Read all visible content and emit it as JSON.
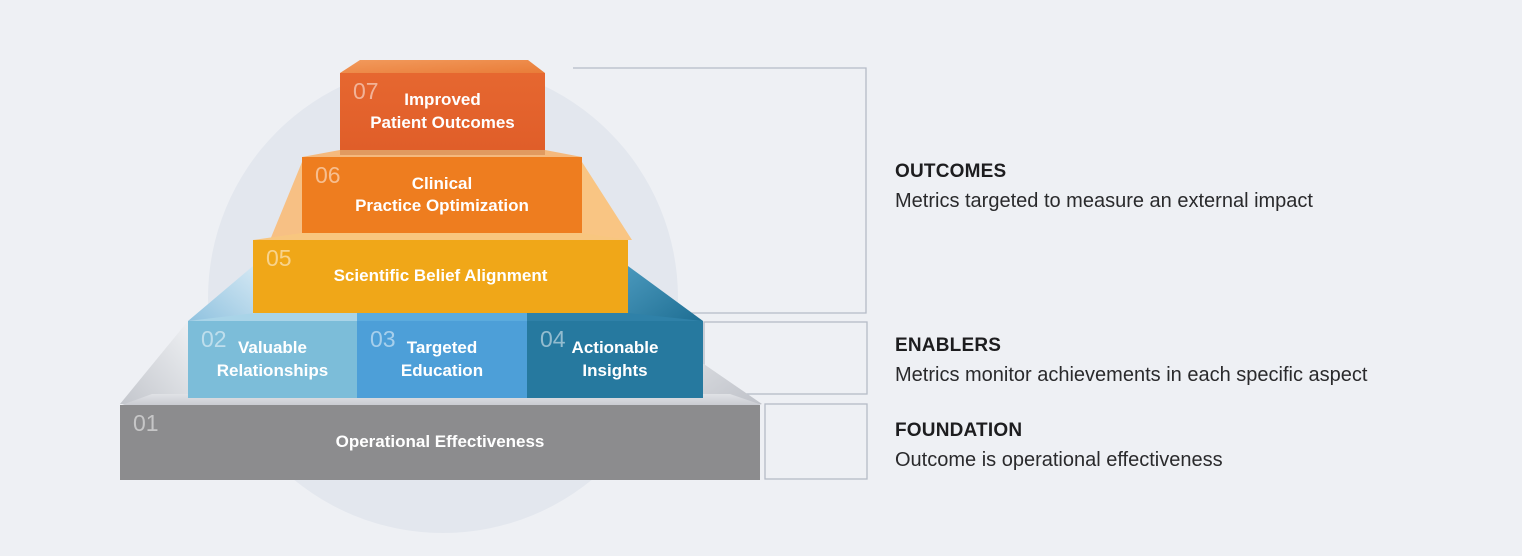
{
  "background": {
    "page_color": "#eef0f4",
    "circle_color": "#e3e7ee",
    "bracket_color": "#b5bbc7"
  },
  "pyramid": {
    "levels": [
      {
        "num": "07",
        "label": "Improved\nPatient Outcomes",
        "color": "#e4622c"
      },
      {
        "num": "06",
        "label": "Clinical\nPractice Optimization",
        "color": "#ee7d1f"
      },
      {
        "num": "05",
        "label": "Scientific Belief Alignment",
        "color": "#f0a718"
      },
      {
        "num": "02",
        "label": "Valuable\nRelationships",
        "color": "#7cbdd9"
      },
      {
        "num": "03",
        "label": "Targeted\nEducation",
        "color": "#4d9fd8"
      },
      {
        "num": "04",
        "label": "Actionable\nInsights",
        "color": "#26799f"
      },
      {
        "num": "01",
        "label": "Operational Effectiveness",
        "color": "#8c8c8e"
      }
    ]
  },
  "annotations": [
    {
      "title": "OUTCOMES",
      "desc": "Metrics targeted to measure an external impact"
    },
    {
      "title": "ENABLERS",
      "desc": "Metrics monitor achievements in each specific aspect"
    },
    {
      "title": "FOUNDATION",
      "desc": "Outcome is operational effectiveness"
    }
  ]
}
